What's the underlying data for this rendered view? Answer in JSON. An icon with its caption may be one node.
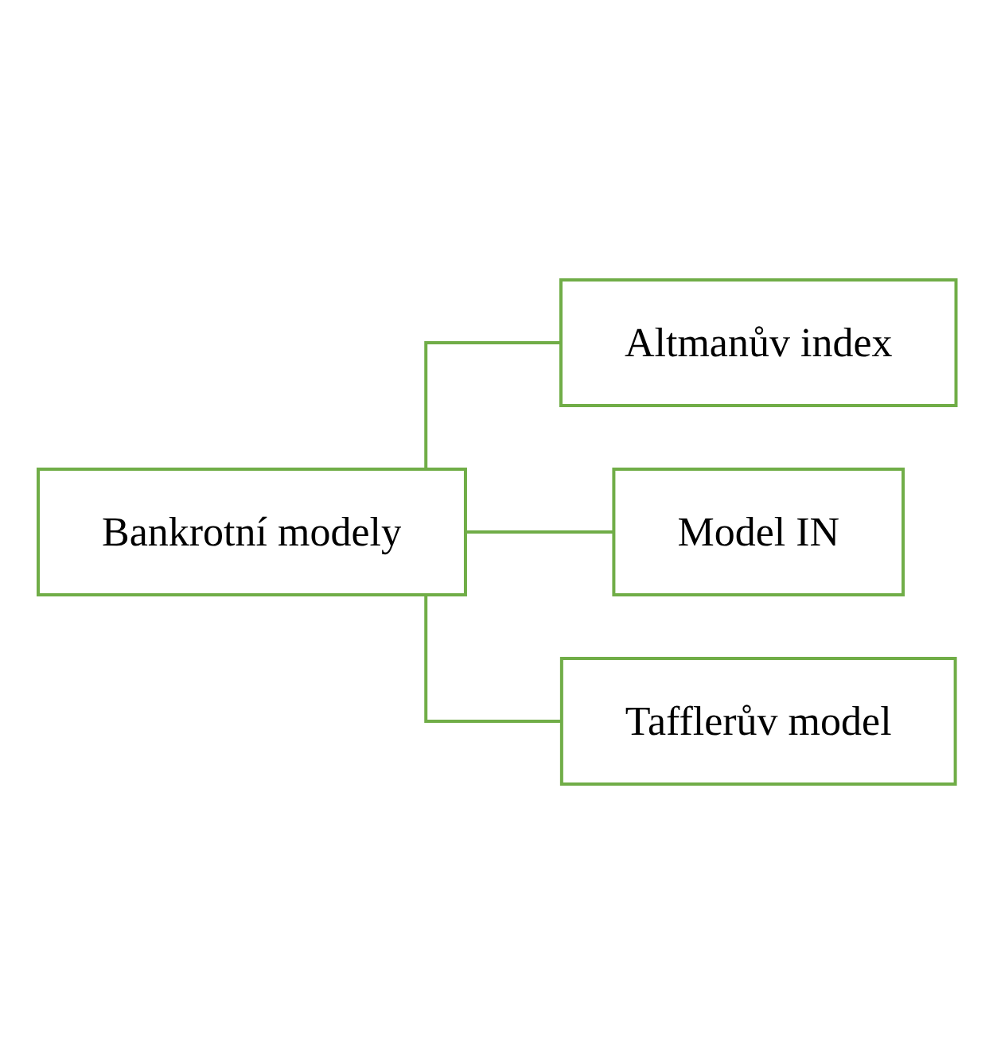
{
  "diagram": {
    "nodes": [
      {
        "text": [
          "Bankrotní modely"
        ]
      },
      {
        "text": [
          "Altmanův index"
        ]
      },
      {
        "text": [
          "Model IN"
        ]
      },
      {
        "text": [
          "Tafflerův model"
        ]
      }
    ],
    "edges": [
      {
        "from": 0,
        "to": 1,
        "arrow": "none"
      },
      {
        "from": 0,
        "to": 2,
        "arrow": "none"
      },
      {
        "from": 0,
        "to": 3,
        "arrow": "none"
      }
    ]
  }
}
